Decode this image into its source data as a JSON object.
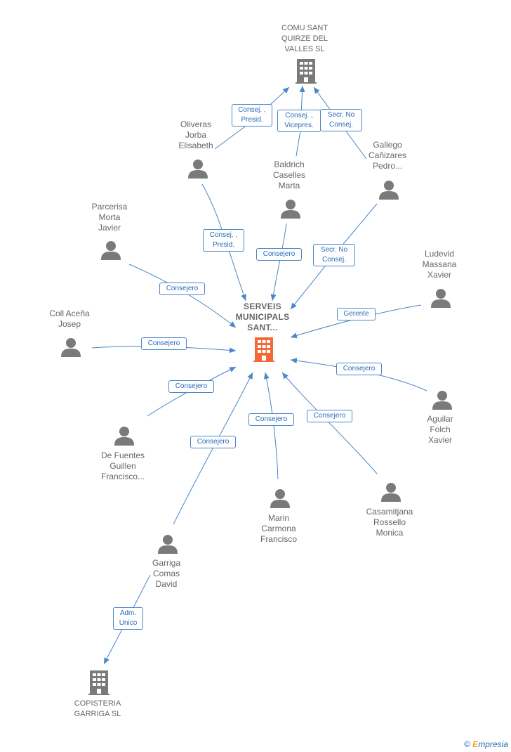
{
  "main_node": {
    "label": "SERVEIS\nMUNICIPALS\nSANT..."
  },
  "companies": [
    {
      "id": "comu",
      "label": "COMU SANT\nQUIRZE DEL\nVALLES SL"
    },
    {
      "id": "copisteria",
      "label": "COPISTERIA\nGARRIGA SL"
    }
  ],
  "persons": [
    {
      "id": "oliveras",
      "label": "Oliveras\nJorba\nElisabeth"
    },
    {
      "id": "baldrich",
      "label": "Baldrich\nCaselles\nMarta"
    },
    {
      "id": "gallego",
      "label": "Gallego\nCañizares\nPedro..."
    },
    {
      "id": "parcerisa",
      "label": "Parcerisa\nMorta\nJavier"
    },
    {
      "id": "ludevid",
      "label": "Ludevid\nMassana\nXavier"
    },
    {
      "id": "coll",
      "label": "Coll Aceña\nJosep"
    },
    {
      "id": "aguilar",
      "label": "Aguilar\nFolch\nXavier"
    },
    {
      "id": "defuentes",
      "label": "De Fuentes\nGuillen\nFrancisco..."
    },
    {
      "id": "marin",
      "label": "Marin\nCarmona\nFrancisco"
    },
    {
      "id": "casamitjana",
      "label": "Casamitjana\nRossello\nMonica"
    },
    {
      "id": "garriga",
      "label": "Garriga\nComas\nDavid"
    }
  ],
  "edge_labels": [
    {
      "id": "e1",
      "label": "Consej. ,\nPresid."
    },
    {
      "id": "e2",
      "label": "Consej. ,\nVicepres."
    },
    {
      "id": "e3",
      "label": "Secr.  No\nConsej."
    },
    {
      "id": "e4",
      "label": "Consej. ,\nPresid."
    },
    {
      "id": "e5",
      "label": "Consejero"
    },
    {
      "id": "e6",
      "label": "Secr.  No\nConsej."
    },
    {
      "id": "e7",
      "label": "Consejero"
    },
    {
      "id": "e8",
      "label": "Gerente"
    },
    {
      "id": "e9",
      "label": "Consejero"
    },
    {
      "id": "e10",
      "label": "Consejero"
    },
    {
      "id": "e11",
      "label": "Consejero"
    },
    {
      "id": "e12",
      "label": "Consejero"
    },
    {
      "id": "e13",
      "label": "Consejero"
    },
    {
      "id": "e14",
      "label": "Consejero"
    },
    {
      "id": "e15",
      "label": "Adm.\nUnico"
    }
  ],
  "colors": {
    "edge": "#4a86c8",
    "person_icon": "#7a7a7a",
    "company_icon": "#7a7a7a",
    "main_icon": "#f26a3a"
  },
  "logo": {
    "symbol": "©",
    "brand_initial": "E",
    "brand_rest": "mpresia"
  }
}
